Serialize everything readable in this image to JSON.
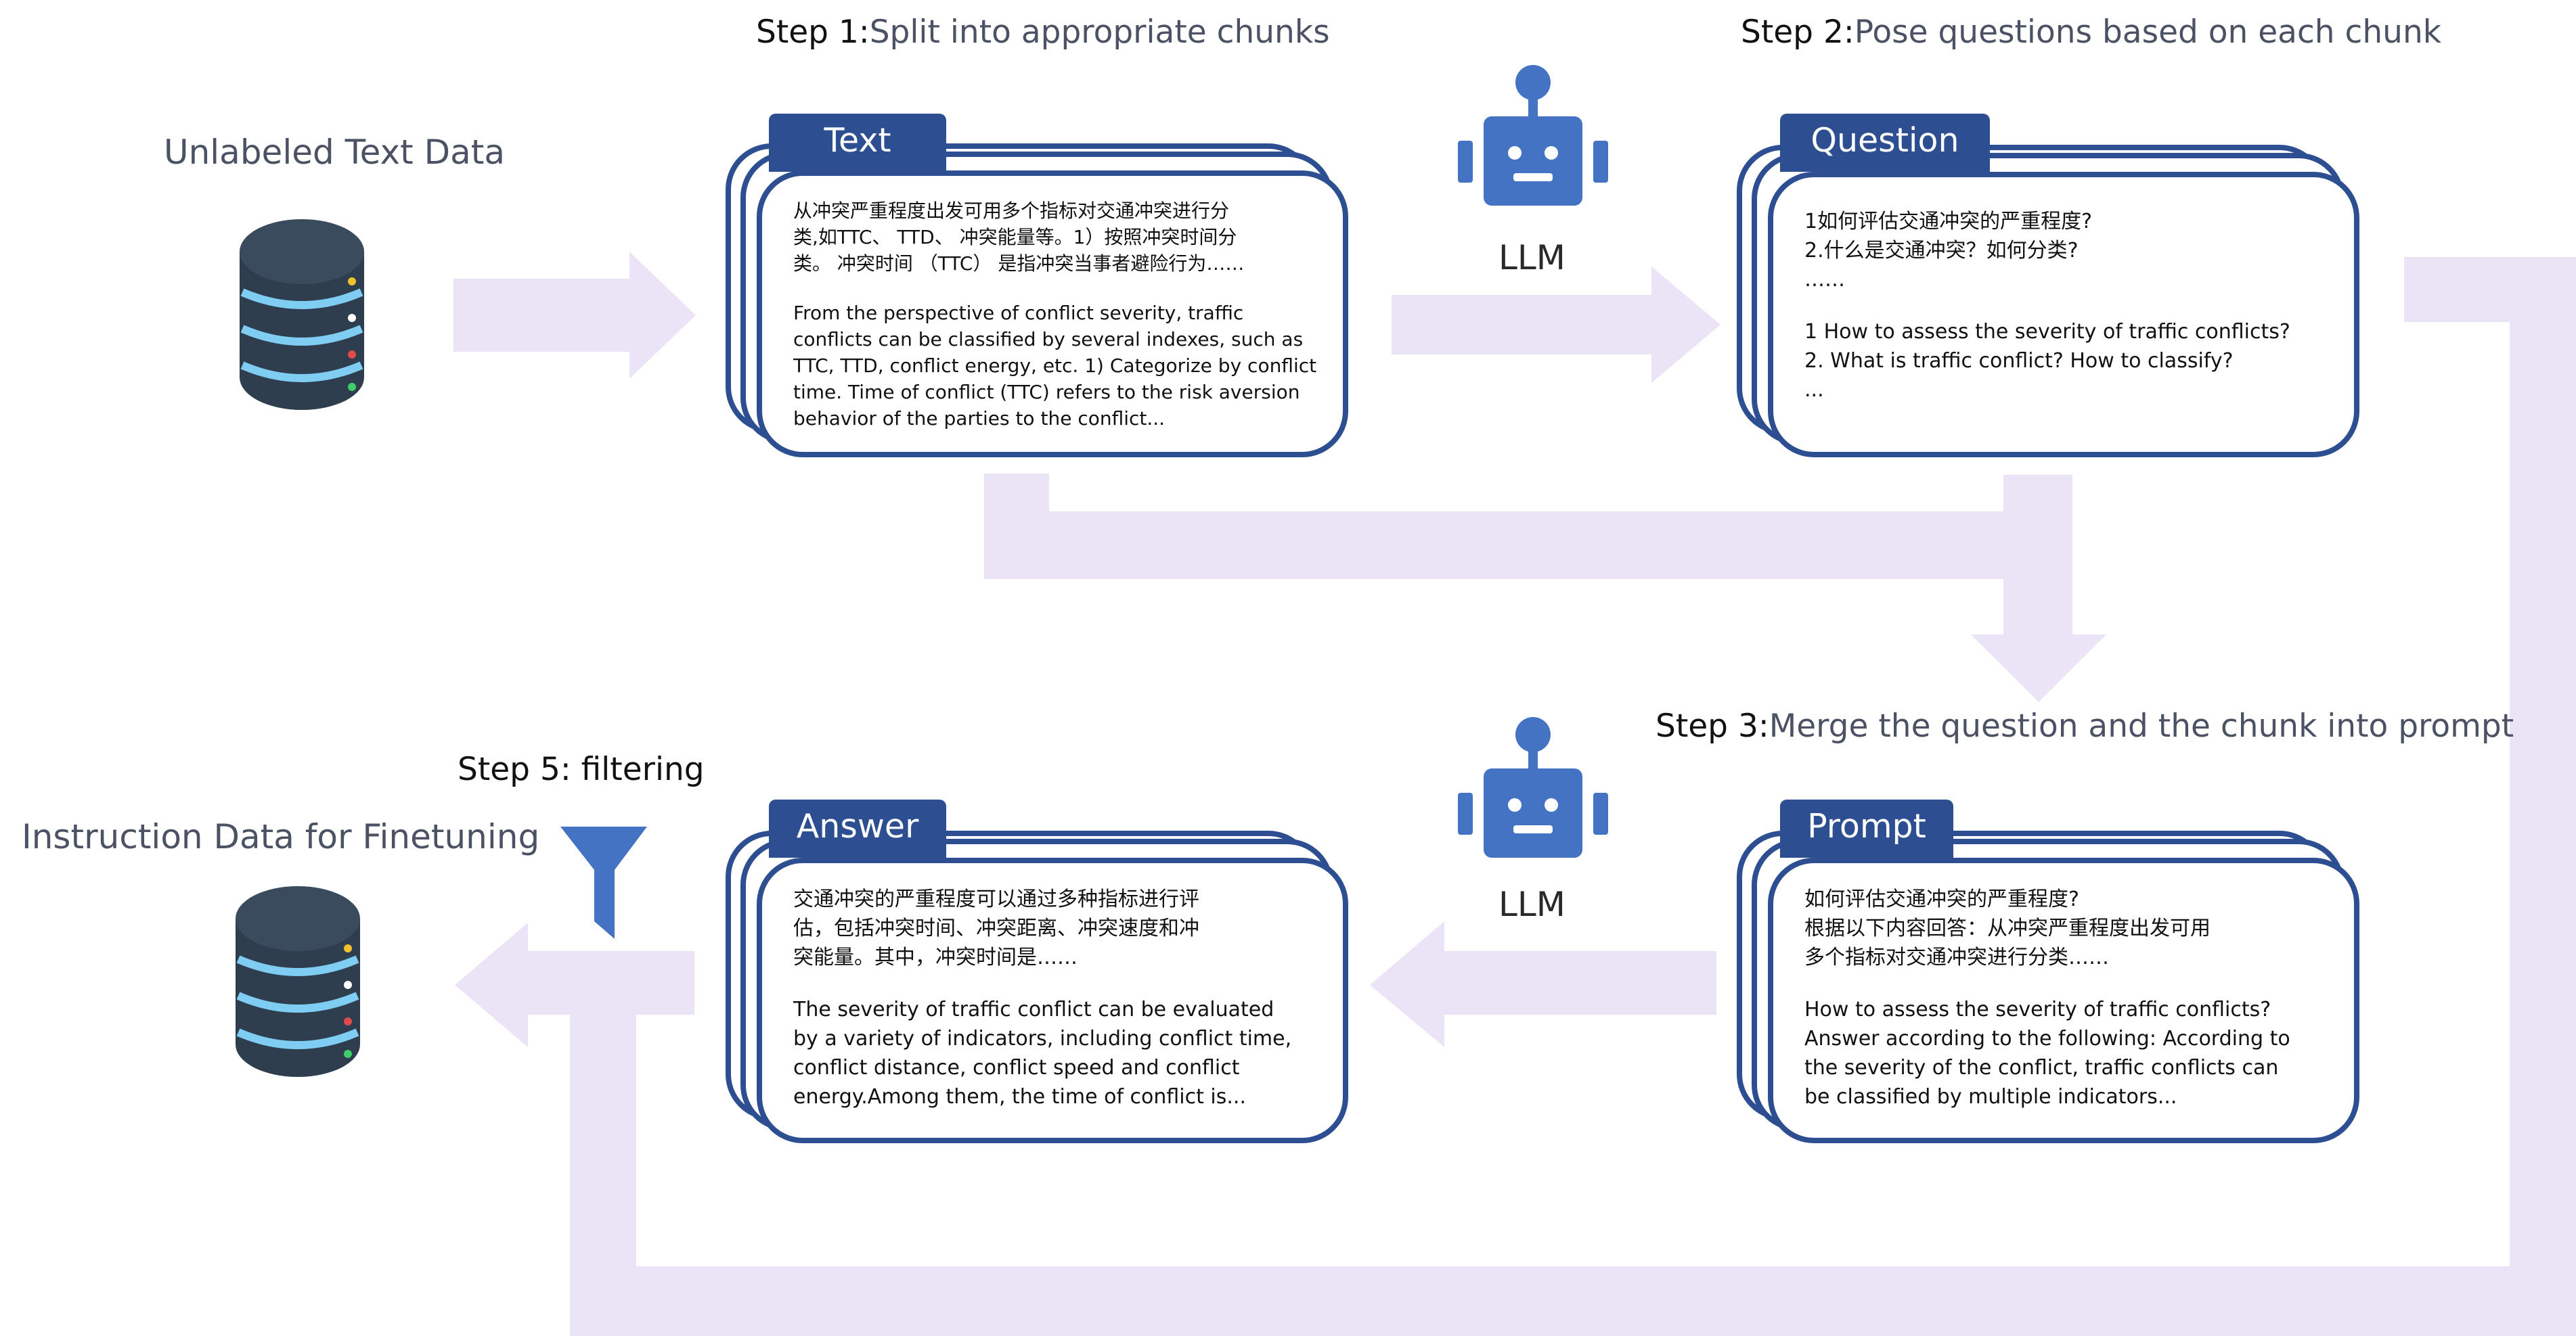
{
  "steps": {
    "step1": {
      "label": "Step 1:",
      "text": "Split into appropriate chunks"
    },
    "step2": {
      "label": "Step 2:",
      "text": "Pose questions based on each chunk"
    },
    "step3": {
      "label": "Step 3:",
      "text": "Merge the question and the chunk into prompt"
    },
    "step5": {
      "label": "Step 5: filtering"
    }
  },
  "labels": {
    "unlabeled": "Unlabeled Text Data",
    "instruction": "Instruction Data for Finetuning",
    "llm_top": "LLM",
    "llm_bottom": "LLM"
  },
  "cards": {
    "text": {
      "tab": "Text",
      "lines": [
        "从冲突严重程度出发可用多个指标对交通冲突进行分",
        "类,如TTC、  TTD、  冲突能量等。1）按照冲突时间分",
        "类。 冲突时间  （TTC）  是指冲突当事者避险行为……",
        "",
        "From the perspective of conflict severity, traffic",
        "conflicts can be classified by several indexes, such as",
        "TTC, TTD, conflict energy, etc. 1) Categorize by conflict",
        "time. Time of conflict (TTC) refers to the risk aversion",
        "behavior of the parties to the conflict..."
      ]
    },
    "question": {
      "tab": "Question",
      "lines": [
        "1如何评估交通冲突的严重程度?",
        "2.什么是交通冲突？如何分类?",
        "……",
        "",
        "1 How to assess the severity of traffic conflicts?",
        "2. What is traffic conflict? How to classify?",
        " ..."
      ]
    },
    "prompt": {
      "tab": "Prompt",
      "lines": [
        "如何评估交通冲突的严重程度?",
        "根据以下内容回答：从冲突严重程度出发可用",
        "多个指标对交通冲突进行分类……",
        "",
        "How to assess the severity of traffic conflicts?",
        "Answer according to the following: According to",
        "the severity of the conflict, traffic conflicts can",
        "be classified by multiple indicators..."
      ]
    },
    "answer": {
      "tab": "Answer",
      "lines": [
        "交通冲突的严重程度可以通过多种指标进行评",
        "估，包括冲突时间、冲突距离、冲突速度和冲",
        "突能量。其中，冲突时间是……",
        "",
        "The severity of traffic conflict can be evaluated",
        "by a variety of indicators, including conflict time,",
        "conflict distance, conflict speed and conflict",
        "energy.Among them, the time of conflict is..."
      ]
    }
  },
  "icons": {
    "database_top": "database-icon",
    "database_bottom": "database-icon",
    "robot_top": "robot-icon",
    "robot_bottom": "robot-icon",
    "filter": "funnel-filter-icon"
  },
  "colors": {
    "card_border": "#2d4f91",
    "arrow": "#ebe4f7",
    "robot": "#4473c4",
    "database": "#2f3e4e",
    "database_band": "#7fcdf2",
    "filter": "#4473c4"
  }
}
